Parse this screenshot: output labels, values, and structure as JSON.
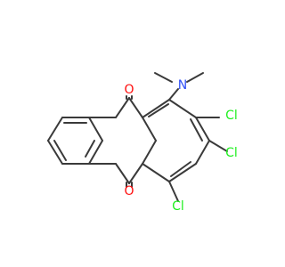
{
  "molecule": {
    "atoms": {
      "o_top": {
        "label": "O",
        "color": "#ff0d0d"
      },
      "o_bottom": {
        "label": "O",
        "color": "#ff0d0d"
      },
      "n": {
        "label": "N",
        "color": "#3050f8"
      },
      "cl_1": {
        "label": "Cl",
        "color": "#1ff01f"
      },
      "cl_2": {
        "label": "Cl",
        "color": "#1ff01f"
      },
      "cl_3": {
        "label": "Cl",
        "color": "#1ff01f"
      }
    },
    "bond_color": "#3a3a3a"
  }
}
